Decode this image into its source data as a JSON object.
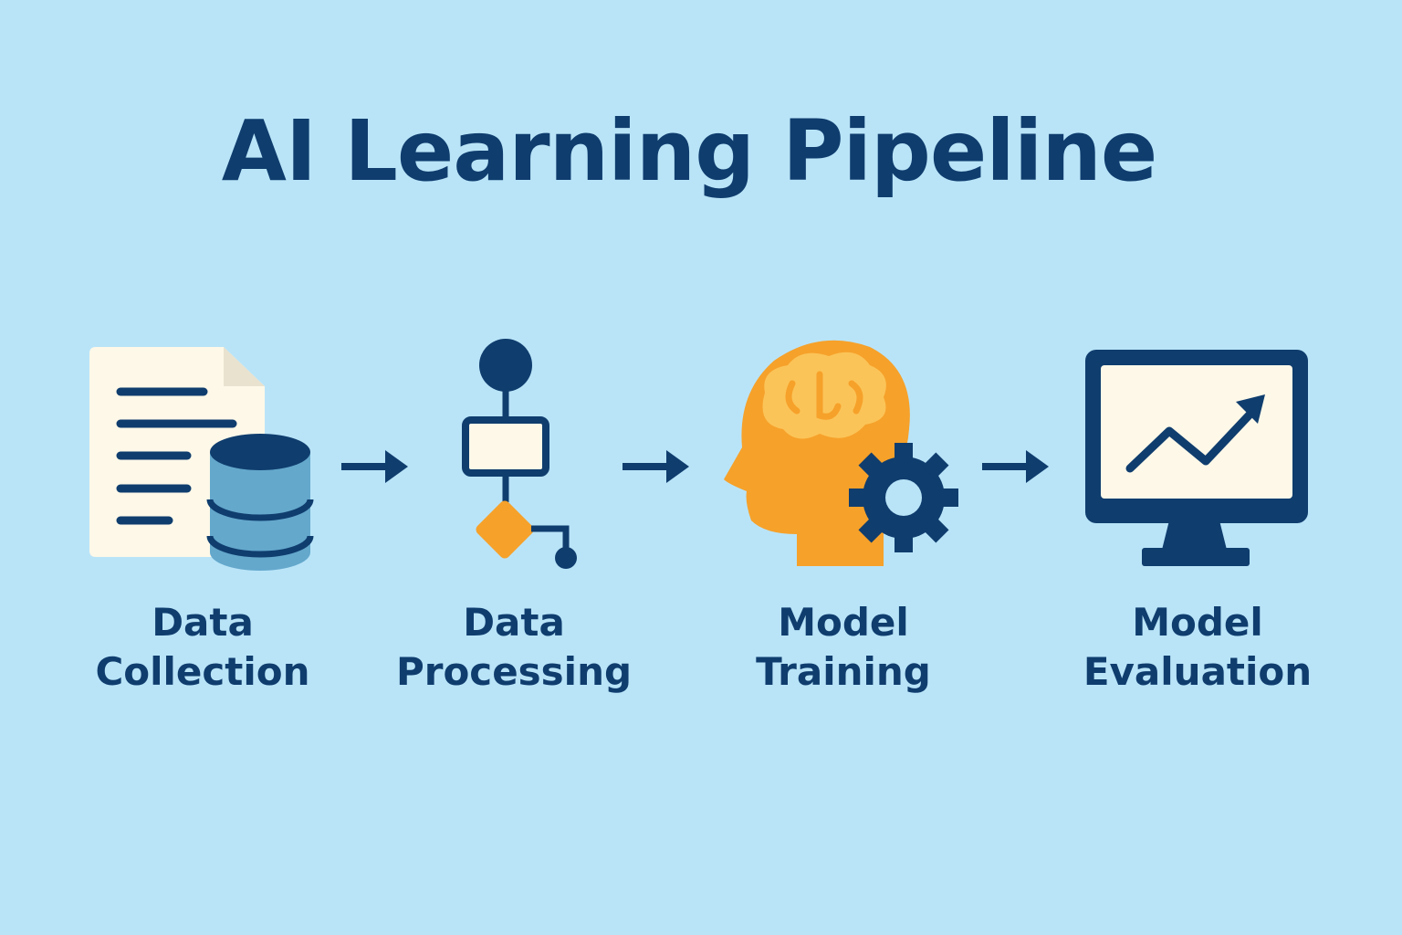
{
  "title": "AI Learning Pipeline",
  "steps": [
    {
      "line1": "Data",
      "line2": "Collection",
      "icon": "document-database-icon"
    },
    {
      "line1": "Data",
      "line2": "Processing",
      "icon": "flowchart-icon"
    },
    {
      "line1": "Model",
      "line2": "Training",
      "icon": "head-brain-gear-icon"
    },
    {
      "line1": "Model",
      "line2": "Evaluation",
      "icon": "monitor-chart-icon"
    }
  ],
  "colors": {
    "background": "#b9e4f8",
    "navy": "#0f3d6e",
    "orange": "#f6a12a",
    "cream": "#fdf8e8",
    "db_blue": "#64a8cc"
  }
}
